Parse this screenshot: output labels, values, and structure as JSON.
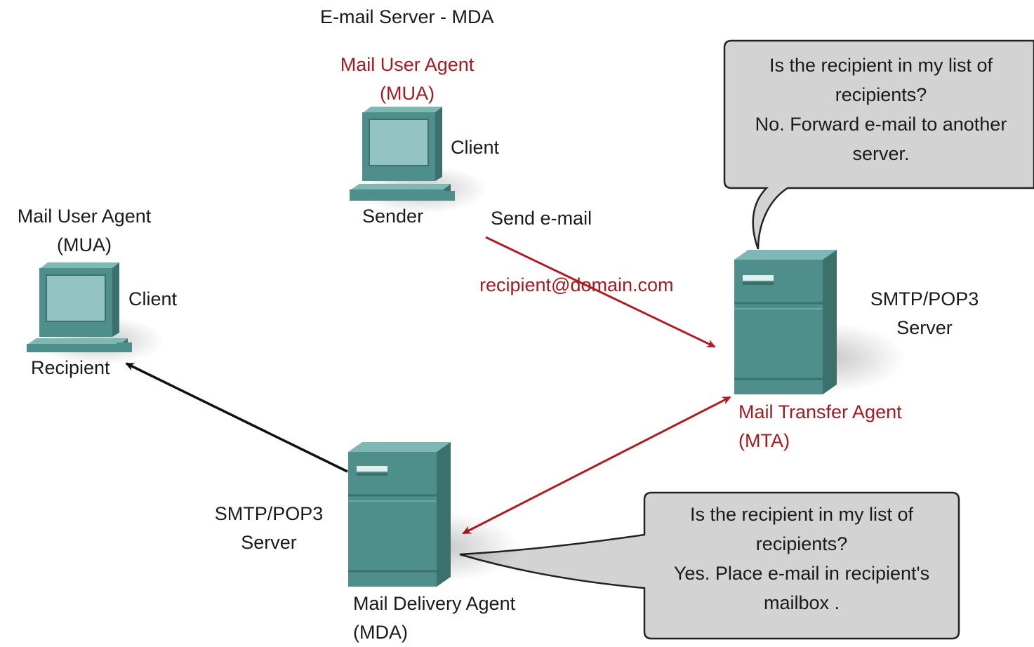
{
  "title": "E-mail Server - MDA",
  "sender": {
    "agent_line1": "Mail User Agent",
    "agent_line2": "(MUA)",
    "role": "Client",
    "name": "Sender"
  },
  "recipient": {
    "agent_line1": "Mail User Agent",
    "agent_line2": "(MUA)",
    "role": "Client",
    "name": "Recipient"
  },
  "send_label": "Send e-mail",
  "address_label": "recipient@domain.com",
  "mta": {
    "protocol_line1": "SMTP/POP3",
    "protocol_line2": "Server",
    "agent_line1": "Mail Transfer Agent",
    "agent_line2": "(MTA)",
    "bubble": [
      "Is the recipient in my list of",
      "recipients?",
      "No. Forward e-mail to another",
      "server."
    ]
  },
  "mda": {
    "protocol_line1": "SMTP/POP3",
    "protocol_line2": "Server",
    "agent_line1": "Mail Delivery Agent",
    "agent_line2": "(MDA)",
    "bubble": [
      "Is the recipient in my list of",
      "recipients?",
      "Yes. Place e-mail in recipient's",
      "mailbox ."
    ]
  },
  "colors": {
    "device": "#4f8f8b",
    "device_dark": "#3b706d",
    "device_light": "#7fb7b3",
    "screen": "#93c4c1",
    "accent_red": "#a51a1e",
    "bubble_fill": "#d3d3d3"
  }
}
